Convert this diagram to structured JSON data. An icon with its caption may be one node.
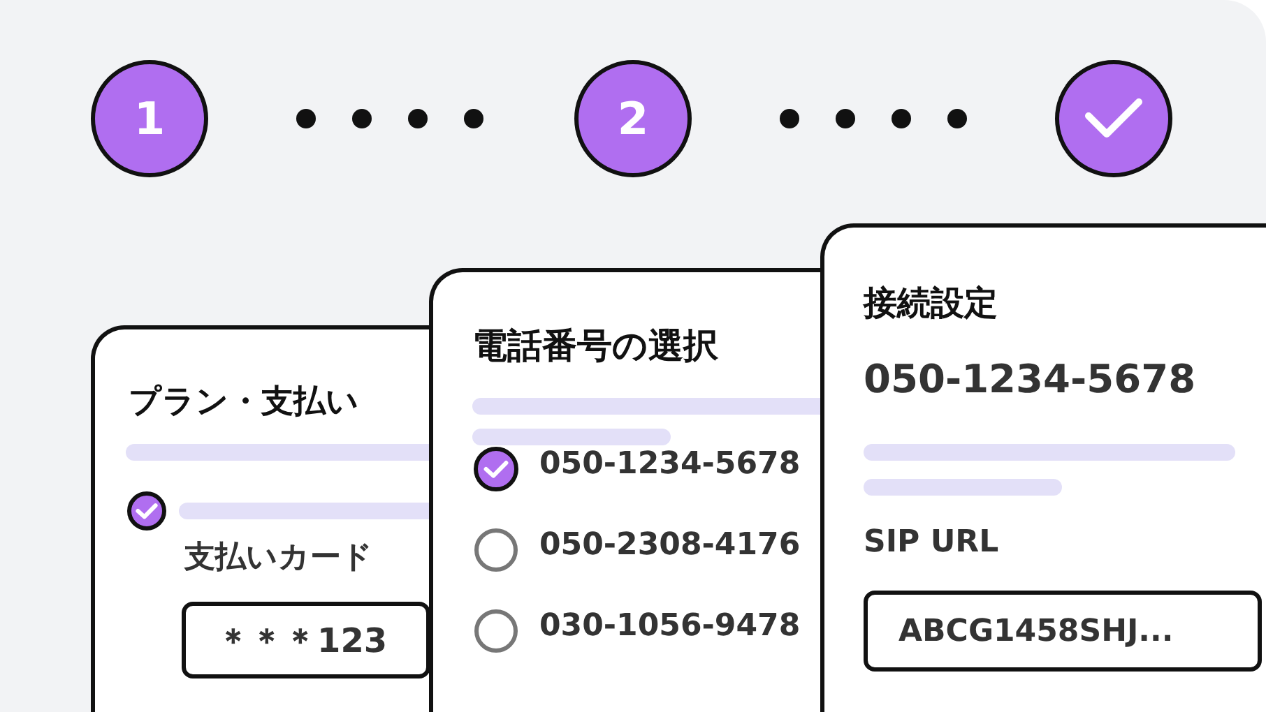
{
  "diagram": {
    "nodes": [
      {
        "text": [
          "1"
        ]
      },
      {
        "text": [
          "2"
        ]
      },
      {
        "text": [],
        "shape": "circle"
      },
      {
        "text": [
          "プラン・支払い",
          "支払いカード"
        ]
      },
      {
        "text": [
          "＊＊＊123"
        ],
        "in": 3
      },
      {
        "text": [
          "電話番号の選択"
        ]
      },
      {
        "text": [
          "050-1234-5678"
        ],
        "in": 5
      },
      {
        "text": [
          "050-2308-4176"
        ],
        "in": 5
      },
      {
        "text": [
          "030-1056-9478"
        ],
        "in": 5
      },
      {
        "text": [
          "接続設定",
          "050-1234-5678",
          "SIP URL"
        ]
      },
      {
        "text": [
          "ABCG1458SHJ..."
        ],
        "in": 9
      }
    ],
    "edges": [
      {
        "from": 0,
        "to": 1,
        "arrow": "none",
        "style": "dashed"
      },
      {
        "from": 1,
        "to": 2,
        "arrow": "none",
        "style": "dashed"
      }
    ]
  }
}
